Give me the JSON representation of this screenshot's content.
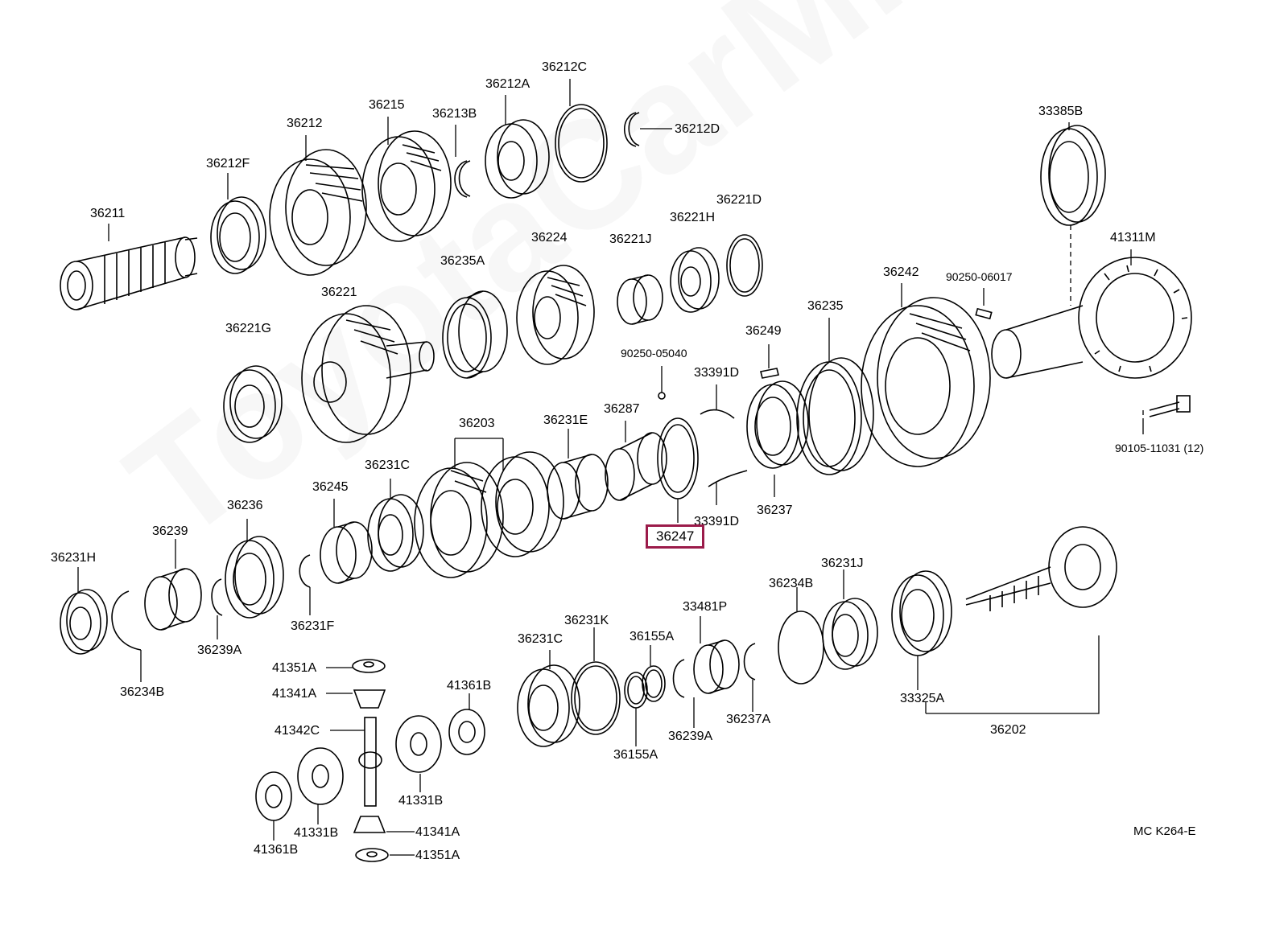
{
  "watermark": "ToyotaCarMine.ru",
  "diagram_code": "MC K264-E",
  "highlight_color": "#9b1b4a",
  "labels": [
    {
      "id": "36211",
      "text": "36211"
    },
    {
      "id": "36212F",
      "text": "36212F"
    },
    {
      "id": "36212",
      "text": "36212"
    },
    {
      "id": "36215",
      "text": "36215"
    },
    {
      "id": "36213B",
      "text": "36213B"
    },
    {
      "id": "36212A",
      "text": "36212A"
    },
    {
      "id": "36212C",
      "text": "36212C"
    },
    {
      "id": "36212D",
      "text": "36212D"
    },
    {
      "id": "33385B",
      "text": "33385B"
    },
    {
      "id": "41311M",
      "text": "41311M"
    },
    {
      "id": "36221G",
      "text": "36221G"
    },
    {
      "id": "36221",
      "text": "36221"
    },
    {
      "id": "36235A",
      "text": "36235A"
    },
    {
      "id": "36224",
      "text": "36224"
    },
    {
      "id": "36221J",
      "text": "36221J"
    },
    {
      "id": "36221H",
      "text": "36221H"
    },
    {
      "id": "36221D",
      "text": "36221D"
    },
    {
      "id": "36242",
      "text": "36242"
    },
    {
      "id": "90250-06017",
      "text": "90250-06017"
    },
    {
      "id": "36235",
      "text": "36235"
    },
    {
      "id": "36249",
      "text": "36249"
    },
    {
      "id": "90250-05040",
      "text": "90250-05040"
    },
    {
      "id": "33391D-top",
      "text": "33391D"
    },
    {
      "id": "36287",
      "text": "36287"
    },
    {
      "id": "36231E",
      "text": "36231E"
    },
    {
      "id": "36203",
      "text": "36203"
    },
    {
      "id": "36231C-top",
      "text": "36231C"
    },
    {
      "id": "36245",
      "text": "36245"
    },
    {
      "id": "36236",
      "text": "36236"
    },
    {
      "id": "36239",
      "text": "36239"
    },
    {
      "id": "36231H",
      "text": "36231H"
    },
    {
      "id": "36237",
      "text": "36237"
    },
    {
      "id": "33391D-bottom",
      "text": "33391D"
    },
    {
      "id": "36247",
      "text": "36247"
    },
    {
      "id": "90105-11031",
      "text": "90105-11031 (12)"
    },
    {
      "id": "36231F",
      "text": "36231F"
    },
    {
      "id": "36239A-left",
      "text": "36239A"
    },
    {
      "id": "36234B-left",
      "text": "36234B"
    },
    {
      "id": "36234B-right",
      "text": "36234B"
    },
    {
      "id": "36231J",
      "text": "36231J"
    },
    {
      "id": "33481P",
      "text": "33481P"
    },
    {
      "id": "36231K",
      "text": "36231K"
    },
    {
      "id": "36155A-top",
      "text": "36155A"
    },
    {
      "id": "36231C-bottom",
      "text": "36231C"
    },
    {
      "id": "36237A",
      "text": "36237A"
    },
    {
      "id": "36239A-right",
      "text": "36239A"
    },
    {
      "id": "36155A-bottom",
      "text": "36155A"
    },
    {
      "id": "33325A",
      "text": "33325A"
    },
    {
      "id": "36202",
      "text": "36202"
    },
    {
      "id": "41351A-top",
      "text": "41351A"
    },
    {
      "id": "41341A-top",
      "text": "41341A"
    },
    {
      "id": "41342C",
      "text": "41342C"
    },
    {
      "id": "41361B-right",
      "text": "41361B"
    },
    {
      "id": "41331B-right",
      "text": "41331B"
    },
    {
      "id": "41331B-left",
      "text": "41331B"
    },
    {
      "id": "41361B-left",
      "text": "41361B"
    },
    {
      "id": "41341A-bottom",
      "text": "41341A"
    },
    {
      "id": "41351A-bottom",
      "text": "41351A"
    }
  ]
}
